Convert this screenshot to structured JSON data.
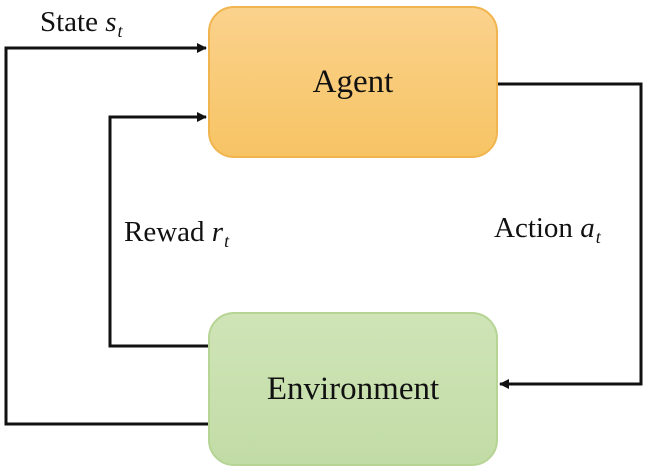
{
  "nodes": {
    "agent": {
      "label": "Agent"
    },
    "environment": {
      "label": "Environment"
    }
  },
  "edges": {
    "state": {
      "text": "State",
      "var": "s",
      "sub": "t"
    },
    "reward": {
      "text": "Rewad",
      "var": "r",
      "sub": "t"
    },
    "action": {
      "text": "Action",
      "var": "a",
      "sub": "t"
    }
  },
  "colors": {
    "agent_fill": "#f7c464",
    "environment_fill": "#c2dca6",
    "line": "#111111"
  }
}
